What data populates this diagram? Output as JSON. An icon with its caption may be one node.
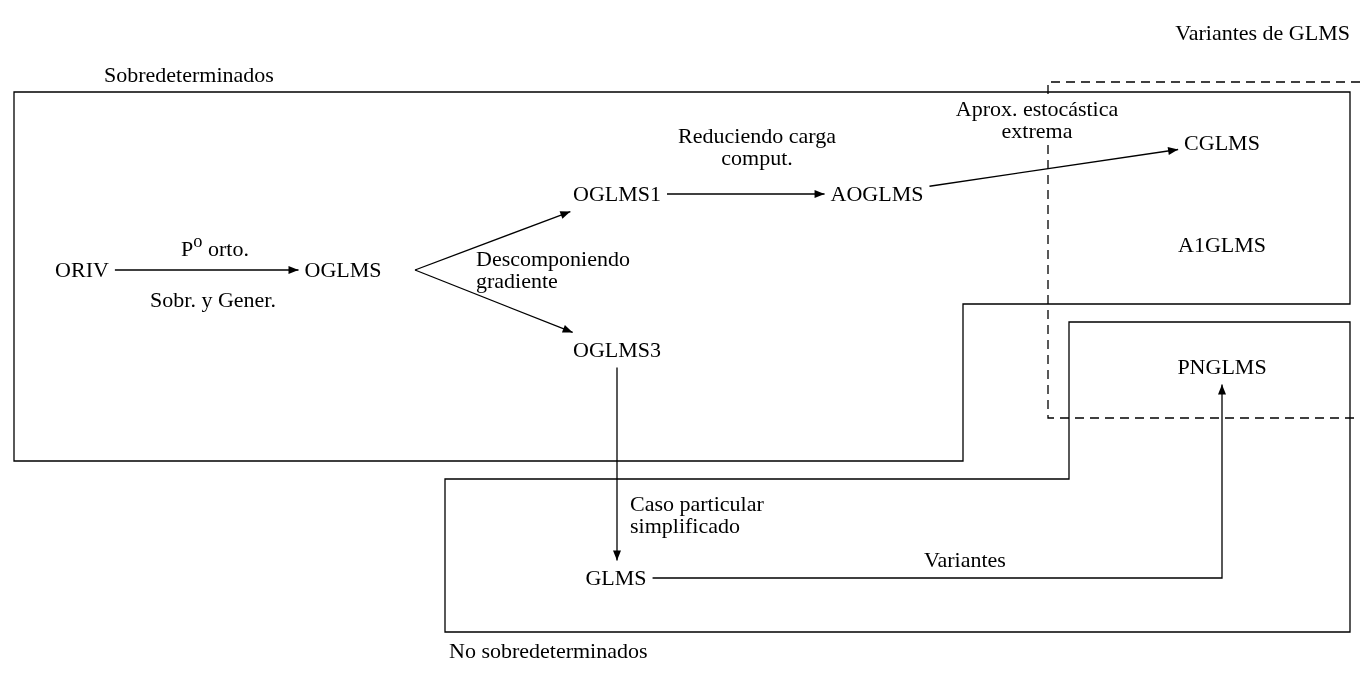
{
  "diagram": {
    "nodes": [
      {
        "text": [
          "Sobredeterminados"
        ]
      },
      {
        "text": [
          "ORIV"
        ],
        "in": 0
      },
      {
        "text": [
          "OGLMS"
        ],
        "in": 0
      },
      {
        "text": [
          "OGLMS1"
        ],
        "in": 0
      },
      {
        "text": [
          "OGLMS3"
        ],
        "in": 0
      },
      {
        "text": [
          "AOGLMS"
        ],
        "in": 0
      },
      {
        "text": [
          "Variantes de GLMS"
        ]
      },
      {
        "text": [
          "CGLMS"
        ],
        "in": 6
      },
      {
        "text": [
          "A1GLMS"
        ],
        "in": 6
      },
      {
        "text": [
          "No sobredeterminados"
        ]
      },
      {
        "text": [
          "PNGLMS"
        ]
      },
      {
        "text": [
          "GLMS"
        ],
        "in": 9
      }
    ],
    "edges": [
      {
        "from": 1,
        "to": 2,
        "arrow": "to",
        "label": "P$^{o}$ orto."
      },
      {
        "from": 2,
        "to": 3,
        "arrow": "to"
      },
      {
        "from": 2,
        "to": 4,
        "arrow": "to"
      },
      {
        "from": 3,
        "to": 5,
        "arrow": "to",
        "label": "Reduciendo carga comput."
      },
      {
        "from": 5,
        "to": 7,
        "arrow": "to",
        "label": "Aprox. estocástica extrema"
      },
      {
        "from": 4,
        "to": 11,
        "arrow": "to",
        "label": "Caso particular simplificado"
      },
      {
        "from": 11,
        "to": 10,
        "arrow": "to",
        "label": "Variantes"
      }
    ],
    "labels": [
      "Sobr. y Gener.",
      "Descomponiendo gradiente"
    ]
  }
}
